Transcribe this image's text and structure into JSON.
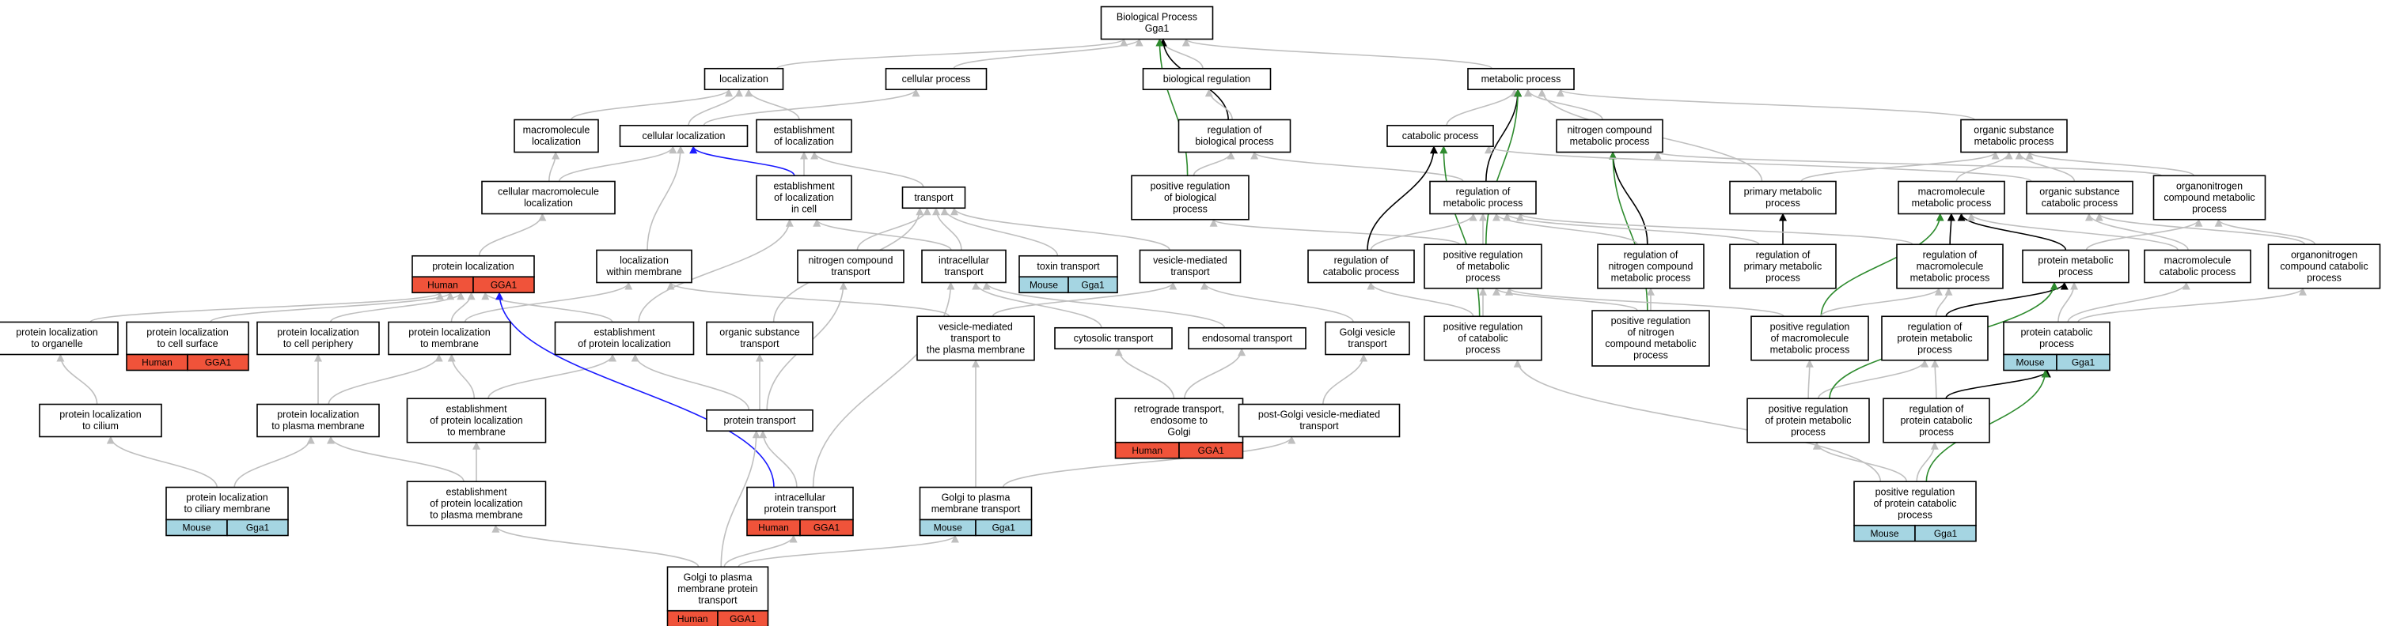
{
  "diagram": {
    "colors": {
      "default_edge": "#bfbfbf",
      "is_a_edge": "#000000",
      "positive_regulation_edge": "#2e8b2e",
      "part_of_edge": "#1a1aff",
      "human_annotation": "#f0533a",
      "mouse_annotation": "#a5d5e2",
      "node_border": "#000000",
      "node_fill": "#ffffff"
    },
    "nodes": [
      {
        "id": "bp",
        "lines": [
          "Biological Process",
          "Gga1"
        ]
      },
      {
        "id": "loc",
        "lines": [
          "localization"
        ]
      },
      {
        "id": "cellproc",
        "lines": [
          "cellular process"
        ]
      },
      {
        "id": "bioreg",
        "lines": [
          "biological regulation"
        ]
      },
      {
        "id": "metab",
        "lines": [
          "metabolic process"
        ]
      },
      {
        "id": "macroloc",
        "lines": [
          "macromolecule",
          "localization"
        ]
      },
      {
        "id": "cellloc",
        "lines": [
          "cellular localization"
        ]
      },
      {
        "id": "estloc",
        "lines": [
          "establishment",
          "of localization"
        ]
      },
      {
        "id": "regbio",
        "lines": [
          "regulation of",
          "biological process"
        ]
      },
      {
        "id": "catab",
        "lines": [
          "catabolic process"
        ]
      },
      {
        "id": "nitro",
        "lines": [
          "nitrogen compound",
          "metabolic process"
        ]
      },
      {
        "id": "orgsub",
        "lines": [
          "organic substance",
          "metabolic process"
        ]
      },
      {
        "id": "cellmacroloc",
        "lines": [
          "cellular macromolecule",
          "localization"
        ]
      },
      {
        "id": "estloccell",
        "lines": [
          "establishment",
          "of localization",
          "in cell"
        ]
      },
      {
        "id": "transport",
        "lines": [
          "transport"
        ]
      },
      {
        "id": "posregbio",
        "lines": [
          "positive regulation",
          "of biological",
          "process"
        ]
      },
      {
        "id": "regmet",
        "lines": [
          "regulation of",
          "metabolic process"
        ]
      },
      {
        "id": "primary",
        "lines": [
          "primary metabolic",
          "process"
        ]
      },
      {
        "id": "macromet",
        "lines": [
          "macromolecule",
          "metabolic process"
        ]
      },
      {
        "id": "orgsubcat",
        "lines": [
          "organic substance",
          "catabolic process"
        ]
      },
      {
        "id": "organonitro",
        "lines": [
          "organonitrogen",
          "compound metabolic",
          "process"
        ]
      },
      {
        "id": "protloc",
        "lines": [
          "protein localization"
        ],
        "species": [
          "Human",
          "GGA1"
        ],
        "tone": "human"
      },
      {
        "id": "locwithin",
        "lines": [
          "localization",
          "within membrane"
        ]
      },
      {
        "id": "nitrotrans",
        "lines": [
          "nitrogen compound",
          "transport"
        ]
      },
      {
        "id": "intratrans",
        "lines": [
          "intracellular",
          "transport"
        ]
      },
      {
        "id": "toxin",
        "lines": [
          "toxin transport"
        ],
        "species": [
          "Mouse",
          "Gga1"
        ],
        "tone": "mouse"
      },
      {
        "id": "vesicle",
        "lines": [
          "vesicle-mediated",
          "transport"
        ]
      },
      {
        "id": "regcat",
        "lines": [
          "regulation of",
          "catabolic process"
        ]
      },
      {
        "id": "posregmet",
        "lines": [
          "positive regulation",
          "of metabolic",
          "process"
        ]
      },
      {
        "id": "regnitro",
        "lines": [
          "regulation of",
          "nitrogen compound",
          "metabolic process"
        ]
      },
      {
        "id": "regprim",
        "lines": [
          "regulation of",
          "primary metabolic",
          "process"
        ]
      },
      {
        "id": "regmacro",
        "lines": [
          "regulation of",
          "macromolecule",
          "metabolic process"
        ]
      },
      {
        "id": "protmet",
        "lines": [
          "protein metabolic",
          "process"
        ]
      },
      {
        "id": "macrocat",
        "lines": [
          "macromolecule",
          "catabolic process"
        ]
      },
      {
        "id": "organonitrocat",
        "lines": [
          "organonitrogen",
          "compound catabolic",
          "process"
        ]
      },
      {
        "id": "plorg",
        "lines": [
          "protein localization",
          "to organelle"
        ]
      },
      {
        "id": "plcellsurf",
        "lines": [
          "protein localization",
          "to cell surface"
        ],
        "species": [
          "Human",
          "GGA1"
        ],
        "tone": "human"
      },
      {
        "id": "plperiph",
        "lines": [
          "protein localization",
          "to cell periphery"
        ]
      },
      {
        "id": "plmem",
        "lines": [
          "protein localization",
          "to membrane"
        ]
      },
      {
        "id": "estprotloc",
        "lines": [
          "establishment",
          "of protein localization"
        ]
      },
      {
        "id": "orgsubtrans",
        "lines": [
          "organic substance",
          "transport"
        ]
      },
      {
        "id": "vesplasma",
        "lines": [
          "vesicle-mediated",
          "transport to",
          "the plasma membrane"
        ]
      },
      {
        "id": "cytosolic",
        "lines": [
          "cytosolic transport"
        ]
      },
      {
        "id": "endosomal",
        "lines": [
          "endosomal transport"
        ]
      },
      {
        "id": "golgives",
        "lines": [
          "Golgi vesicle",
          "transport"
        ]
      },
      {
        "id": "posregcat",
        "lines": [
          "positive regulation",
          "of catabolic",
          "process"
        ]
      },
      {
        "id": "posregnitro",
        "lines": [
          "positive regulation",
          "of nitrogen",
          "compound metabolic",
          "process"
        ]
      },
      {
        "id": "posregmacro",
        "lines": [
          "positive regulation",
          "of macromolecule",
          "metabolic process"
        ]
      },
      {
        "id": "regprotmet",
        "lines": [
          "regulation of",
          "protein metabolic",
          "process"
        ]
      },
      {
        "id": "protcat",
        "lines": [
          "protein catabolic",
          "process"
        ],
        "species": [
          "Mouse",
          "Gga1"
        ],
        "tone": "mouse"
      },
      {
        "id": "plcilium",
        "lines": [
          "protein localization",
          "to cilium"
        ]
      },
      {
        "id": "plplasma",
        "lines": [
          "protein localization",
          "to plasma membrane"
        ]
      },
      {
        "id": "estprotmem",
        "lines": [
          "establishment",
          "of protein localization",
          "to membrane"
        ]
      },
      {
        "id": "prottrans",
        "lines": [
          "protein transport"
        ]
      },
      {
        "id": "retro",
        "lines": [
          "retrograde transport,",
          "endosome to",
          "Golgi"
        ],
        "species": [
          "Human",
          "GGA1"
        ],
        "tone": "human"
      },
      {
        "id": "postgolgi",
        "lines": [
          "post-Golgi vesicle-mediated",
          "transport"
        ]
      },
      {
        "id": "posregprotmet",
        "lines": [
          "positive regulation",
          "of protein metabolic",
          "process"
        ]
      },
      {
        "id": "regprotcat",
        "lines": [
          "regulation of",
          "protein catabolic",
          "process"
        ]
      },
      {
        "id": "plciliary",
        "lines": [
          "protein localization",
          "to ciliary membrane"
        ],
        "species": [
          "Mouse",
          "Gga1"
        ],
        "tone": "mouse"
      },
      {
        "id": "estprotplasma",
        "lines": [
          "establishment",
          "of protein localization",
          "to plasma membrane"
        ]
      },
      {
        "id": "intraprot",
        "lines": [
          "intracellular",
          "protein transport"
        ],
        "species": [
          "Human",
          "GGA1"
        ],
        "tone": "human"
      },
      {
        "id": "golgiplasma",
        "lines": [
          "Golgi to plasma",
          "membrane transport"
        ],
        "species": [
          "Mouse",
          "Gga1"
        ],
        "tone": "mouse"
      },
      {
        "id": "posregprotcat",
        "lines": [
          "positive regulation",
          "of protein catabolic",
          "process"
        ],
        "species": [
          "Mouse",
          "Gga1"
        ],
        "tone": "mouse"
      },
      {
        "id": "golgiplasmaprot",
        "lines": [
          "Golgi to plasma",
          "membrane protein",
          "transport"
        ],
        "species": [
          "Human",
          "GGA1"
        ],
        "tone": "human"
      }
    ],
    "edges": [
      [
        "loc",
        "bp",
        "default"
      ],
      [
        "cellproc",
        "bp",
        "default"
      ],
      [
        "bioreg",
        "bp",
        "default"
      ],
      [
        "metab",
        "bp",
        "default"
      ],
      [
        "regbio",
        "bp",
        "is_a"
      ],
      [
        "posregbio",
        "bp",
        "posreg"
      ],
      [
        "regbio",
        "bioreg",
        "default"
      ],
      [
        "posregbio",
        "regbio",
        "default"
      ],
      [
        "macroloc",
        "loc",
        "default"
      ],
      [
        "cellloc",
        "loc",
        "default"
      ],
      [
        "estloc",
        "loc",
        "default"
      ],
      [
        "cellloc",
        "cellproc",
        "default"
      ],
      [
        "cellmacroloc",
        "macroloc",
        "default"
      ],
      [
        "cellmacroloc",
        "cellloc",
        "default"
      ],
      [
        "estloccell",
        "cellloc",
        "part_of"
      ],
      [
        "estloccell",
        "estloc",
        "default"
      ],
      [
        "transport",
        "estloc",
        "default"
      ],
      [
        "protloc",
        "cellmacroloc",
        "default"
      ],
      [
        "locwithin",
        "cellloc",
        "default"
      ],
      [
        "intratrans",
        "estloccell",
        "default"
      ],
      [
        "intratrans",
        "transport",
        "default"
      ],
      [
        "nitrotrans",
        "transport",
        "default"
      ],
      [
        "toxin",
        "transport",
        "default"
      ],
      [
        "vesicle",
        "transport",
        "default"
      ],
      [
        "catab",
        "metab",
        "default"
      ],
      [
        "nitro",
        "metab",
        "default"
      ],
      [
        "orgsub",
        "metab",
        "default"
      ],
      [
        "regmet",
        "metab",
        "is_a"
      ],
      [
        "posregmet",
        "metab",
        "posreg"
      ],
      [
        "regmet",
        "regbio",
        "default"
      ],
      [
        "posregmet",
        "posregbio",
        "default"
      ],
      [
        "regcat",
        "catab",
        "is_a"
      ],
      [
        "posregcat",
        "catab",
        "posreg"
      ],
      [
        "regnitro",
        "nitro",
        "is_a"
      ],
      [
        "posregnitro",
        "nitro",
        "posreg"
      ],
      [
        "primary",
        "metab",
        "default"
      ],
      [
        "primary",
        "orgsub",
        "default"
      ],
      [
        "macromet",
        "orgsub",
        "default"
      ],
      [
        "orgsubcat",
        "orgsub",
        "default"
      ],
      [
        "orgsubcat",
        "catab",
        "default"
      ],
      [
        "organonitro",
        "orgsub",
        "default"
      ],
      [
        "organonitro",
        "nitro",
        "default"
      ],
      [
        "regprim",
        "primary",
        "is_a"
      ],
      [
        "regmacro",
        "macromet",
        "is_a"
      ],
      [
        "posregmacro",
        "macromet",
        "posreg"
      ],
      [
        "protmet",
        "macromet",
        "is_a"
      ],
      [
        "protmet",
        "organonitro",
        "default"
      ],
      [
        "macrocat",
        "macromet",
        "default"
      ],
      [
        "macrocat",
        "orgsubcat",
        "default"
      ],
      [
        "organonitrocat",
        "orgsubcat",
        "default"
      ],
      [
        "organonitrocat",
        "organonitro",
        "default"
      ],
      [
        "regcat",
        "regmet",
        "default"
      ],
      [
        "posregmet",
        "regmet",
        "default"
      ],
      [
        "regnitro",
        "regmet",
        "default"
      ],
      [
        "regprim",
        "regmet",
        "default"
      ],
      [
        "regmacro",
        "regmet",
        "default"
      ],
      [
        "posregcat",
        "regcat",
        "default"
      ],
      [
        "posregcat",
        "posregmet",
        "default"
      ],
      [
        "posregnitro",
        "regnitro",
        "default"
      ],
      [
        "posregnitro",
        "posregmet",
        "default"
      ],
      [
        "posregmacro",
        "regmacro",
        "default"
      ],
      [
        "posregmacro",
        "posregmet",
        "default"
      ],
      [
        "regprotmet",
        "regmacro",
        "default"
      ],
      [
        "regprotmet",
        "protmet",
        "is_a"
      ],
      [
        "posregprotmet",
        "regprotmet",
        "default"
      ],
      [
        "posregprotmet",
        "posregmacro",
        "default"
      ],
      [
        "posregprotmet",
        "protmet",
        "posreg"
      ],
      [
        "protcat",
        "protmet",
        "default"
      ],
      [
        "protcat",
        "macrocat",
        "default"
      ],
      [
        "protcat",
        "organonitrocat",
        "default"
      ],
      [
        "regprotcat",
        "regprotmet",
        "default"
      ],
      [
        "regprotcat",
        "protcat",
        "is_a"
      ],
      [
        "posregprotcat",
        "regprotcat",
        "default"
      ],
      [
        "posregprotcat",
        "posregprotmet",
        "default"
      ],
      [
        "posregprotcat",
        "protcat",
        "posreg"
      ],
      [
        "posregprotcat",
        "posregcat",
        "default"
      ],
      [
        "plorg",
        "protloc",
        "default"
      ],
      [
        "plcellsurf",
        "protloc",
        "default"
      ],
      [
        "plperiph",
        "protloc",
        "default"
      ],
      [
        "plmem",
        "protloc",
        "default"
      ],
      [
        "plmem",
        "locwithin",
        "default"
      ],
      [
        "estprotloc",
        "protloc",
        "default"
      ],
      [
        "estprotloc",
        "estloccell",
        "default"
      ],
      [
        "orgsubtrans",
        "transport",
        "default"
      ],
      [
        "prottrans",
        "estprotloc",
        "default"
      ],
      [
        "prottrans",
        "orgsubtrans",
        "default"
      ],
      [
        "prottrans",
        "nitrotrans",
        "default"
      ],
      [
        "vesplasma",
        "vesicle",
        "default"
      ],
      [
        "vesplasma",
        "locwithin",
        "default"
      ],
      [
        "cytosolic",
        "intratrans",
        "default"
      ],
      [
        "endosomal",
        "intratrans",
        "default"
      ],
      [
        "golgives",
        "vesicle",
        "default"
      ],
      [
        "retro",
        "cytosolic",
        "default"
      ],
      [
        "retro",
        "endosomal",
        "default"
      ],
      [
        "postgolgi",
        "golgives",
        "default"
      ],
      [
        "plcilium",
        "plorg",
        "default"
      ],
      [
        "plplasma",
        "plperiph",
        "default"
      ],
      [
        "plplasma",
        "plmem",
        "default"
      ],
      [
        "estprotmem",
        "plmem",
        "default"
      ],
      [
        "estprotmem",
        "estprotloc",
        "default"
      ],
      [
        "plciliary",
        "plcilium",
        "default"
      ],
      [
        "plciliary",
        "plplasma",
        "default"
      ],
      [
        "estprotplasma",
        "plplasma",
        "default"
      ],
      [
        "estprotplasma",
        "estprotmem",
        "default"
      ],
      [
        "intraprot",
        "prottrans",
        "default"
      ],
      [
        "intraprot",
        "intratrans",
        "default"
      ],
      [
        "intraprot",
        "protloc",
        "part_of"
      ],
      [
        "golgiplasma",
        "vesplasma",
        "default"
      ],
      [
        "golgiplasma",
        "postgolgi",
        "default"
      ],
      [
        "golgiplasmaprot",
        "estprotplasma",
        "default"
      ],
      [
        "golgiplasmaprot",
        "intraprot",
        "default"
      ],
      [
        "golgiplasmaprot",
        "prottrans",
        "default"
      ],
      [
        "golgiplasmaprot",
        "golgiplasma",
        "default"
      ]
    ]
  }
}
